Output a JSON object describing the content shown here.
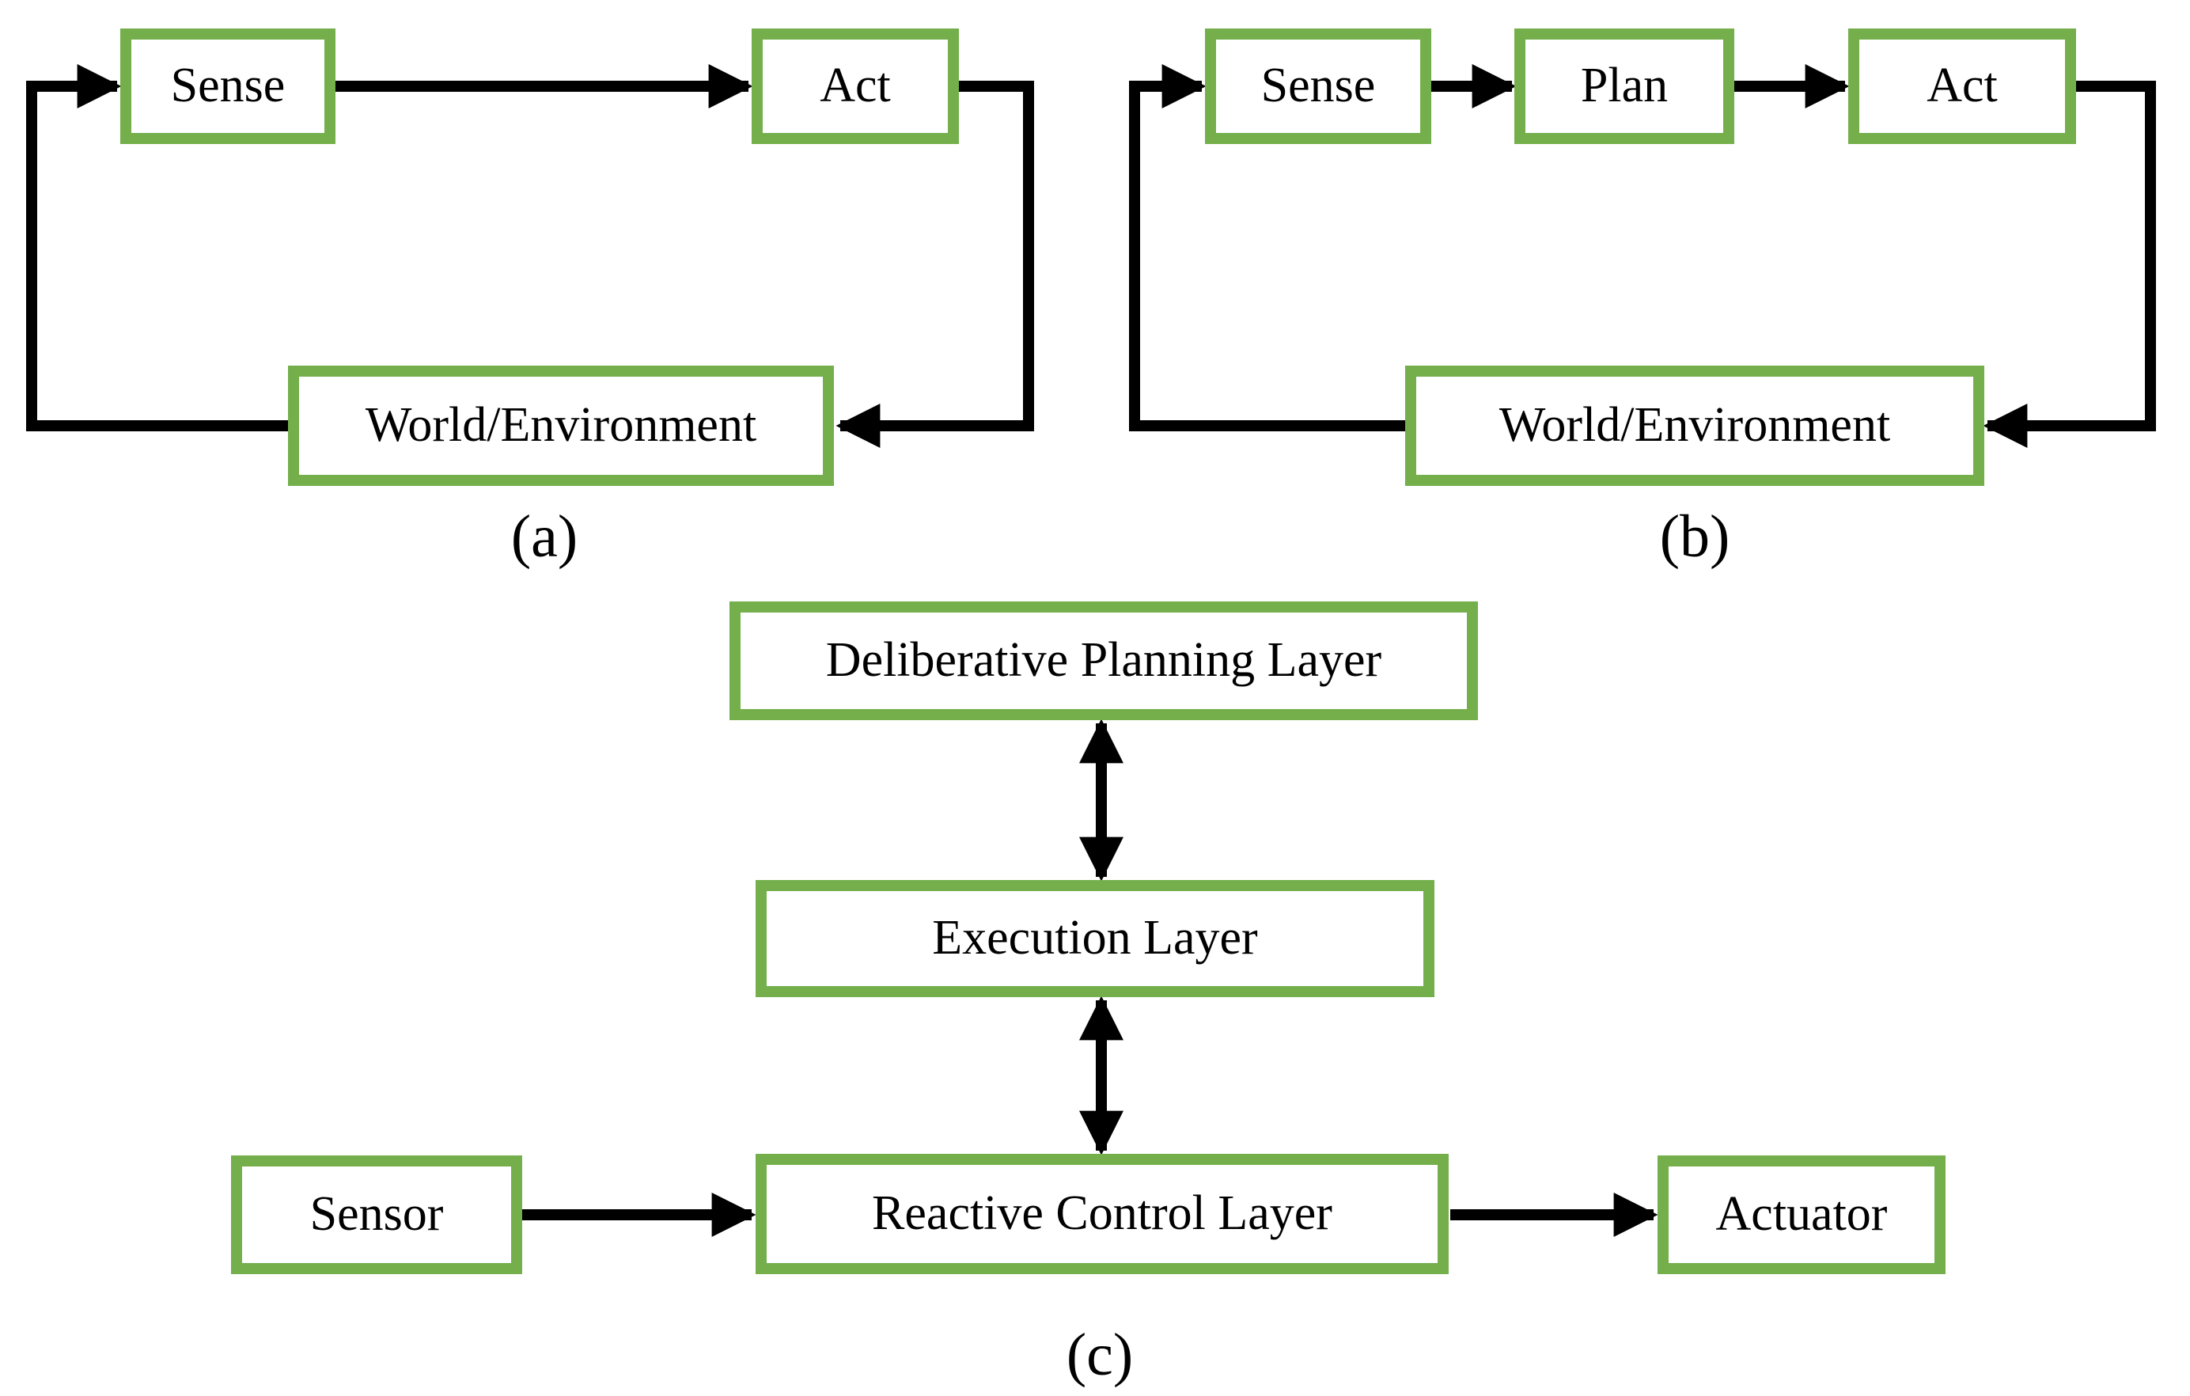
{
  "figure": {
    "colors": {
      "box_border": "#74AF4C",
      "line": "#000000",
      "text": "#000000",
      "background": "#ffffff"
    },
    "panel_a": {
      "caption": "(a)",
      "sense": "Sense",
      "act": "Act",
      "world": "World/Environment",
      "connections": [
        {
          "from": "Sense",
          "to": "Act",
          "type": "arrow"
        },
        {
          "from": "Act",
          "to": "World/Environment",
          "type": "arrow"
        },
        {
          "from": "World/Environment",
          "to": "Sense",
          "type": "arrow"
        }
      ]
    },
    "panel_b": {
      "caption": "(b)",
      "sense": "Sense",
      "plan": "Plan",
      "act": "Act",
      "world": "World/Environment",
      "connections": [
        {
          "from": "Sense",
          "to": "Plan",
          "type": "arrow"
        },
        {
          "from": "Plan",
          "to": "Act",
          "type": "arrow"
        },
        {
          "from": "Act",
          "to": "World/Environment",
          "type": "arrow"
        },
        {
          "from": "World/Environment",
          "to": "Sense",
          "type": "arrow"
        }
      ]
    },
    "panel_c": {
      "caption": "(c)",
      "deliberative": "Deliberative Planning Layer",
      "execution": "Execution Layer",
      "reactive": "Reactive Control Layer",
      "sensor": "Sensor",
      "actuator": "Actuator",
      "connections": [
        {
          "from": "Deliberative Planning Layer",
          "to": "Execution Layer",
          "type": "double-arrow"
        },
        {
          "from": "Execution Layer",
          "to": "Reactive Control Layer",
          "type": "double-arrow"
        },
        {
          "from": "Sensor",
          "to": "Reactive Control Layer",
          "type": "arrow"
        },
        {
          "from": "Reactive Control Layer",
          "to": "Actuator",
          "type": "arrow"
        }
      ]
    }
  }
}
